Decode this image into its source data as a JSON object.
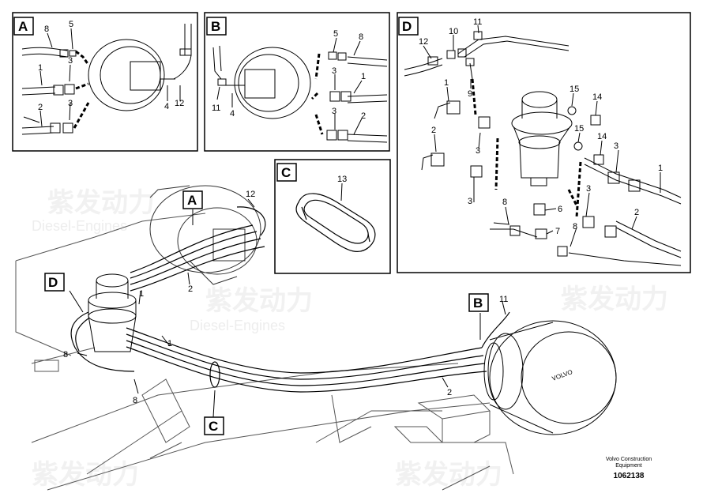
{
  "detail_letters": {
    "a": "A",
    "b": "B",
    "c": "C",
    "d": "D"
  },
  "callouts": {
    "a": [
      "8",
      "5",
      "3",
      "1",
      "3",
      "2",
      "4",
      "12"
    ],
    "b": [
      "5",
      "8",
      "3",
      "1",
      "11",
      "4",
      "3",
      "2"
    ],
    "c": [
      "13"
    ],
    "d": [
      "11",
      "10",
      "12",
      "9",
      "1",
      "15",
      "14",
      "15",
      "14",
      "2",
      "3",
      "3",
      "6",
      "8",
      "7",
      "3",
      "3",
      "8",
      "1",
      "2"
    ],
    "main": [
      "12",
      "1",
      "2",
      "1",
      "8",
      "8",
      "11",
      "2"
    ]
  },
  "watermark": {
    "brand": "紫发动力",
    "sub": "Diesel-Engines"
  },
  "motor_brand": "VOLVO",
  "caption": {
    "line1": "Volvo Construction",
    "line2": "Equipment",
    "doc_number": "1062138"
  }
}
